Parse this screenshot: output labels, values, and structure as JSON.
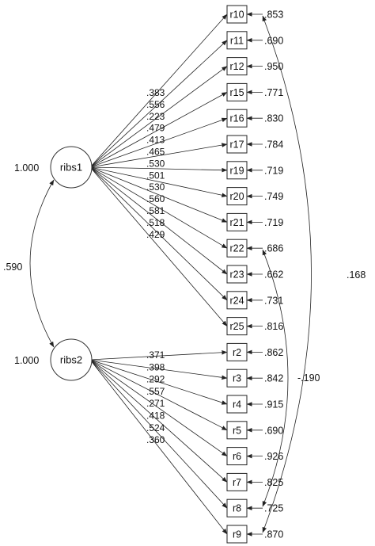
{
  "factors": [
    {
      "id": "f1",
      "label": "ribs1",
      "variance": "1.000"
    },
    {
      "id": "f2",
      "label": "ribs2",
      "variance": "1.000"
    }
  ],
  "factor_correlation": ".590",
  "indicators": [
    {
      "label": "r10",
      "factor": "f1",
      "loading": ".383",
      "error": ".853"
    },
    {
      "label": "r11",
      "factor": "f1",
      "loading": ".556",
      "error": ".690"
    },
    {
      "label": "r12",
      "factor": "f1",
      "loading": ".223",
      "error": ".950"
    },
    {
      "label": "r15",
      "factor": "f1",
      "loading": ".479",
      "error": ".771"
    },
    {
      "label": "r16",
      "factor": "f1",
      "loading": ".413",
      "error": ".830"
    },
    {
      "label": "r17",
      "factor": "f1",
      "loading": ".465",
      "error": ".784"
    },
    {
      "label": "r19",
      "factor": "f1",
      "loading": ".530",
      "error": ".719"
    },
    {
      "label": "r20",
      "factor": "f1",
      "loading": ".501",
      "error": ".749"
    },
    {
      "label": "r21",
      "factor": "f1",
      "loading": ".530",
      "error": ".719"
    },
    {
      "label": "r22",
      "factor": "f1",
      "loading": ".560",
      "error": ".686"
    },
    {
      "label": "r23",
      "factor": "f1",
      "loading": ".581",
      "error": ".662"
    },
    {
      "label": "r24",
      "factor": "f1",
      "loading": ".518",
      "error": ".731"
    },
    {
      "label": "r25",
      "factor": "f1",
      "loading": ".429",
      "error": ".816"
    },
    {
      "label": "r2",
      "factor": "f2",
      "loading": ".371",
      "error": ".862"
    },
    {
      "label": "r3",
      "factor": "f2",
      "loading": ".398",
      "error": ".842"
    },
    {
      "label": "r4",
      "factor": "f2",
      "loading": ".292",
      "error": ".915"
    },
    {
      "label": "r5",
      "factor": "f2",
      "loading": ".557",
      "error": ".690"
    },
    {
      "label": "r6",
      "factor": "f2",
      "loading": ".271",
      "error": ".926"
    },
    {
      "label": "r7",
      "factor": "f2",
      "loading": ".418",
      "error": ".825"
    },
    {
      "label": "r8",
      "factor": "f2",
      "loading": ".524",
      "error": ".725"
    },
    {
      "label": "r9",
      "factor": "f2",
      "loading": ".360",
      "error": ".870"
    }
  ],
  "error_covariances": [
    {
      "from": "r10",
      "to": "r9",
      "value": ".168"
    },
    {
      "from": "r22",
      "to": "r8",
      "value": "-.190"
    }
  ]
}
